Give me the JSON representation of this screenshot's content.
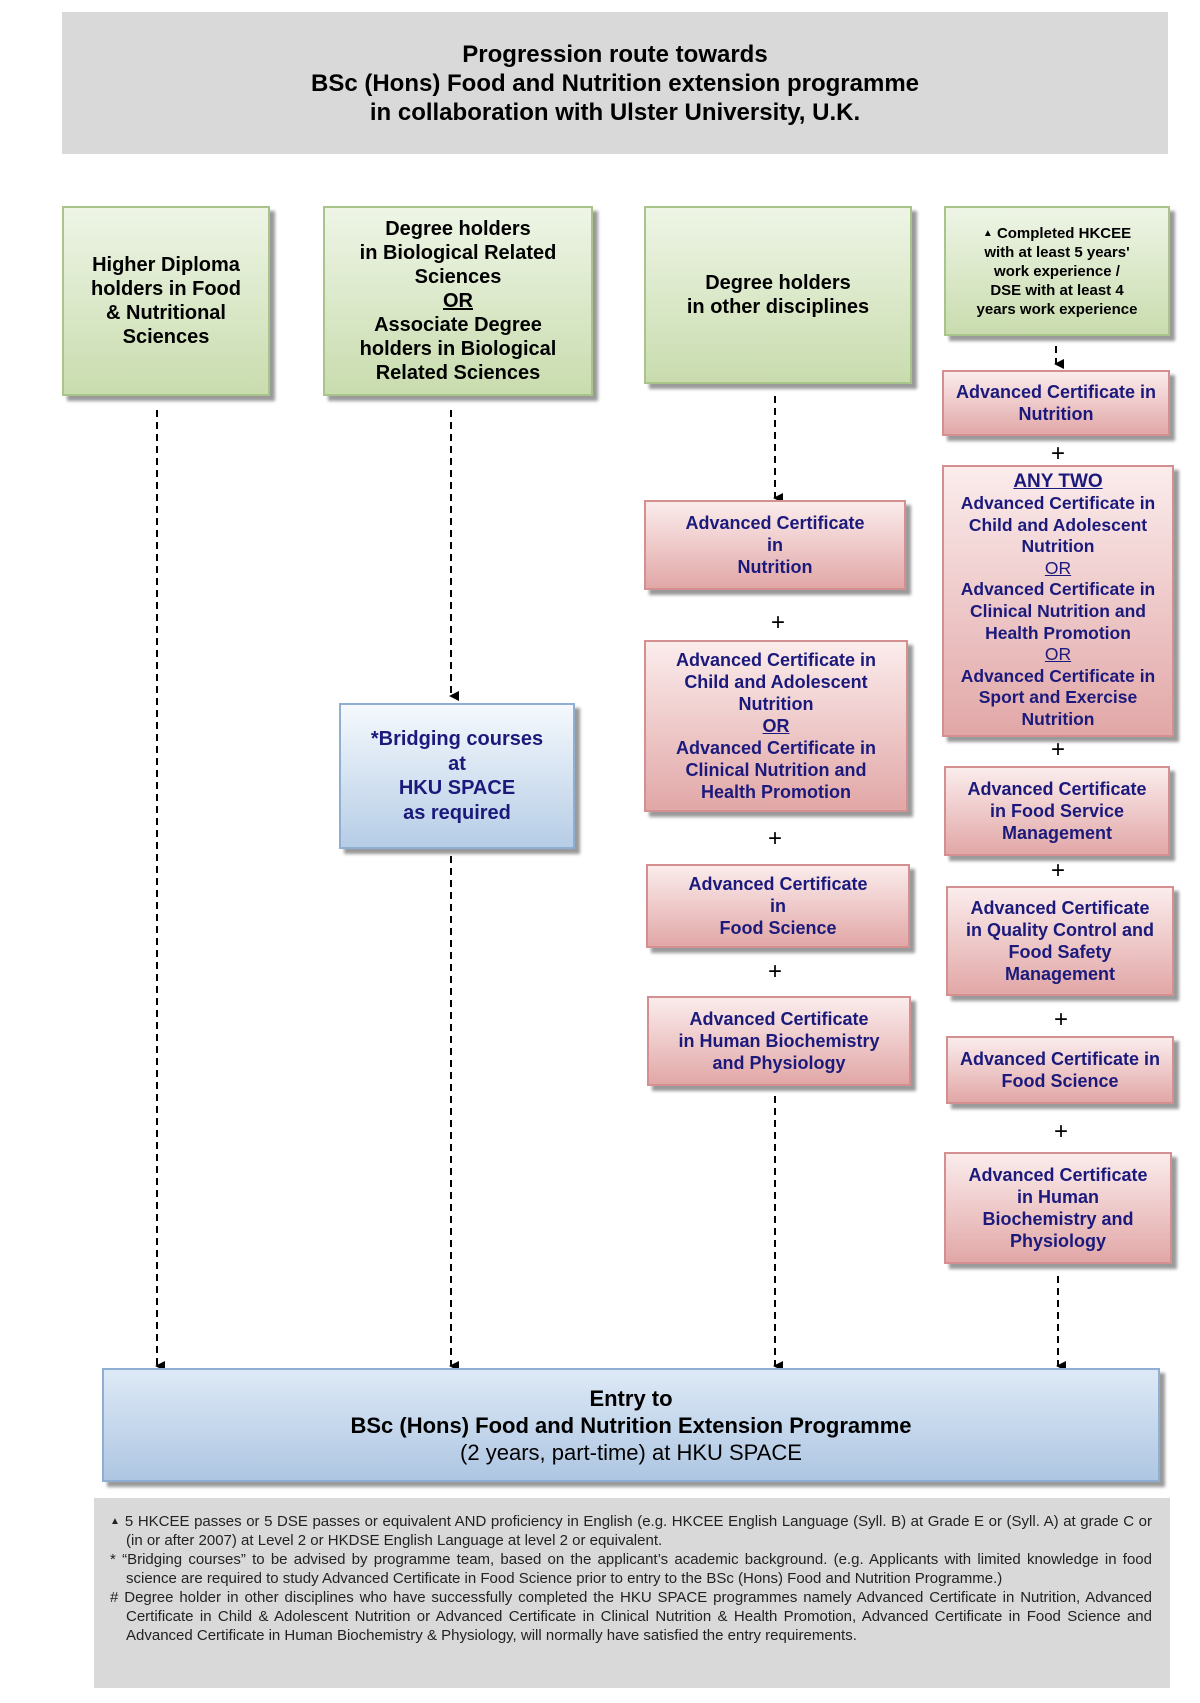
{
  "header": {
    "line1": "Progression route towards",
    "line2": "BSc (Hons) Food and Nutrition extension programme",
    "line3": "in collaboration with Ulster University, U.K."
  },
  "col1": {
    "entry": [
      "Higher Diploma",
      "holders in Food",
      "& Nutritional",
      "Sciences"
    ]
  },
  "col2": {
    "entry_a": [
      "Degree holders",
      "in Biological Related",
      "Sciences"
    ],
    "or": "OR",
    "entry_b": [
      "Associate Degree",
      "holders in Biological",
      "Related Sciences"
    ],
    "bridge": [
      "*Bridging courses",
      "at",
      "HKU SPACE",
      "as required"
    ]
  },
  "col3": {
    "entry": [
      "Degree holders",
      "in other disciplines"
    ],
    "c1": [
      "Advanced Certificate",
      "in",
      "Nutrition"
    ],
    "c2a": [
      "Advanced Certificate in",
      "Child and Adolescent",
      "Nutrition"
    ],
    "c2or": "OR",
    "c2b": [
      "Advanced Certificate in",
      "Clinical Nutrition and",
      "Health Promotion"
    ],
    "c3": [
      "Advanced Certificate",
      "in",
      "Food Science"
    ],
    "c4": [
      "Advanced Certificate",
      "in Human Biochemistry",
      "and Physiology"
    ]
  },
  "col4": {
    "entry_mark": "▲",
    "entry": [
      "Completed HKCEE",
      "with at least 5 years'",
      "work experience /",
      "DSE with at least 4",
      "years work experience"
    ],
    "c1": [
      "Advanced Certificate in",
      "Nutrition"
    ],
    "any_two": "ANY TWO",
    "c2a": [
      "Advanced Certificate in",
      "Child and Adolescent",
      "Nutrition"
    ],
    "c2or1": "OR",
    "c2b": [
      "Advanced Certificate in",
      "Clinical Nutrition and",
      "Health Promotion"
    ],
    "c2or2": "OR",
    "c2c": [
      "Advanced Certificate in",
      "Sport and Exercise",
      "Nutrition"
    ],
    "c3": [
      "Advanced Certificate",
      "in Food Service",
      "Management"
    ],
    "c4": [
      "Advanced Certificate",
      "in Quality Control and",
      "Food Safety",
      "Management"
    ],
    "c5": [
      "Advanced Certificate in",
      "Food Science"
    ],
    "c6": [
      "Advanced Certificate",
      "in Human",
      "Biochemistry and",
      "Physiology"
    ]
  },
  "plus": "+",
  "entry_box": {
    "line1": "Entry to",
    "line2": "BSc (Hons) Food and Nutrition Extension Programme",
    "line3": "(2 years, part-time) at HKU SPACE"
  },
  "notes": {
    "n1_mark": "▲",
    "n1": "5 HKCEE passes or 5 DSE passes or equivalent AND proficiency in English (e.g. HKCEE English Language (Syll. B) at Grade E or (Syll. A) at grade  C or (in or after 2007) at Level 2 or HKDSE English Language at level 2 or equivalent.",
    "n2_mark": "*",
    "n2": "“Bridging courses” to be advised by programme team, based on the applicant’s academic background. (e.g. Applicants with limited knowledge in food science are required to study Advanced Certificate in Food Science prior to entry to the BSc (Hons) Food and Nutrition Programme.)",
    "n3_mark": "#",
    "n3": "Degree holder in other disciplines who have successfully completed the HKU SPACE programmes namely Advanced Certificate in Nutrition, Advanced Certificate in Child & Adolescent Nutrition or Advanced Certificate in Clinical Nutrition & Health Promotion, Advanced Certificate in Food Science and Advanced Certificate in Human Biochemistry & Physiology, will normally have satisfied the entry requirements."
  }
}
